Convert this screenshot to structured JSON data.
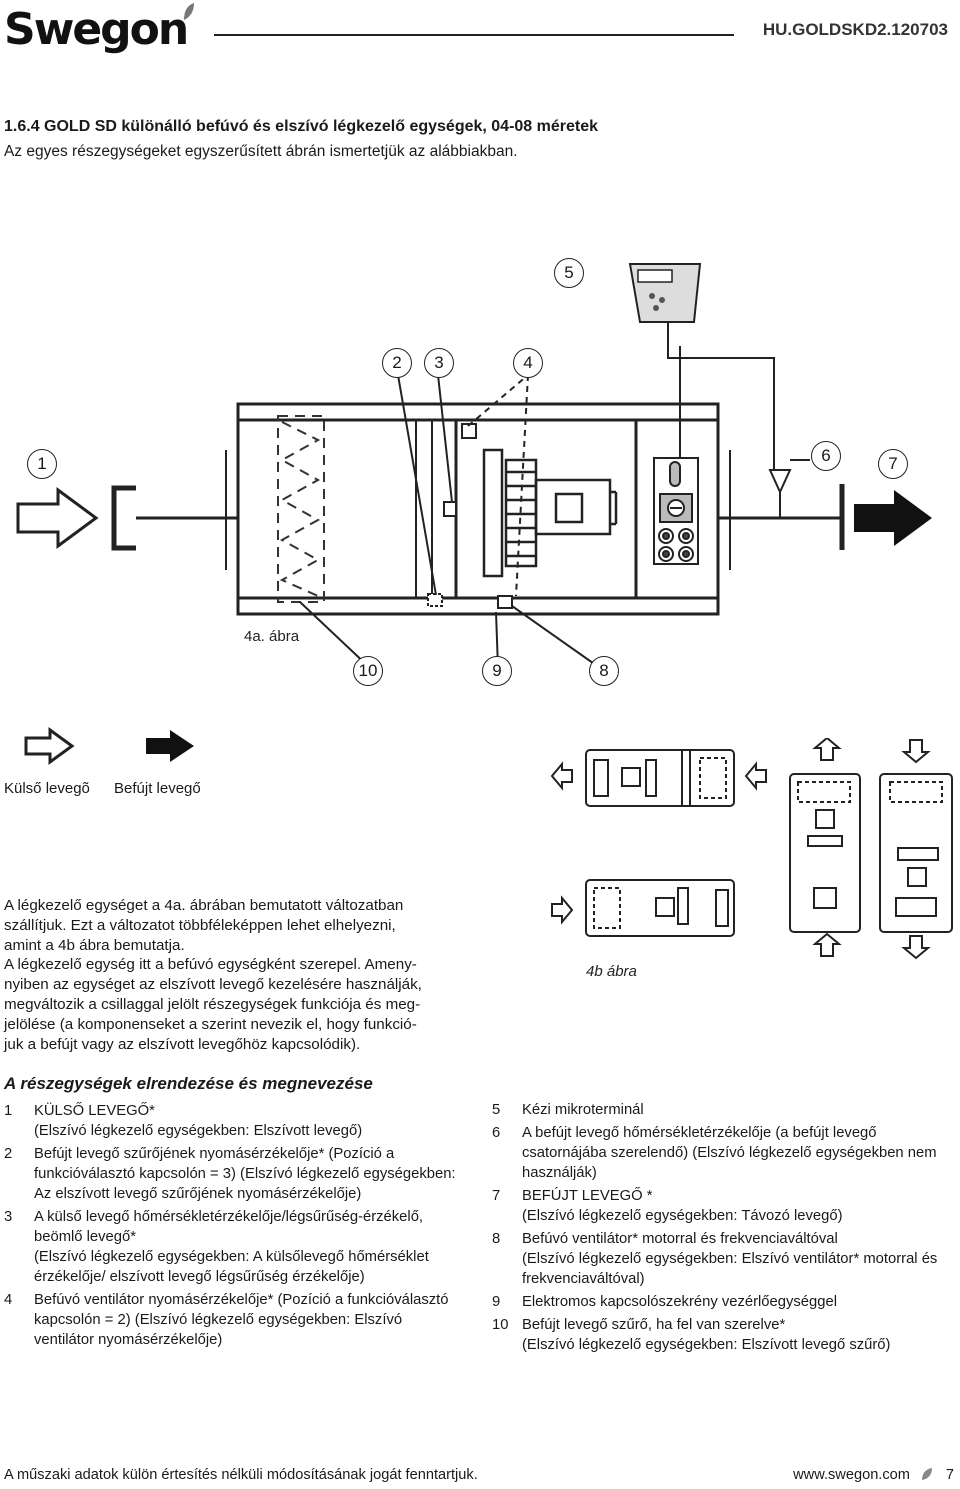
{
  "header": {
    "logo_text": "Swegon",
    "doc_code": "HU.GOLDSKD2.120703"
  },
  "heading": "1.6.4 GOLD SD különálló befúvó és elszívó légkezelő egységek, 04-08 méretek",
  "intro": "Az egyes részegységeket egyszerűsített ábrán ismertetjük az alábbiakban.",
  "figure_a": {
    "caption": "4a. ábra",
    "numbers": [
      "5",
      "2",
      "3",
      "4",
      "1",
      "6",
      "7",
      "10",
      "9",
      "8"
    ]
  },
  "legend": {
    "outdoor_air": "Külső levegõ",
    "supply_air": "Befújt levegő"
  },
  "figure_b": {
    "caption": "4b ábra"
  },
  "paragraph": {
    "lines": [
      "A légkezelő egységet a 4a. ábrában bemutatott változatban",
      "szállítjuk. Ezt a változatot többféleképpen lehet elhelyezni,",
      "amint a 4b ábra bemutatja.",
      "A légkezelő egység itt a befúvó egységként szerepel. Ameny-",
      "nyiben az egységet az elszívott levegő kezelésére használják,",
      "megváltozik a csillaggal jelölt részegységek funkciója és meg-",
      "jelölése (a komponenseket a szerint nevezik el, hogy funkció-",
      "juk a befújt vagy az elszívott levegőhöz kapcsolódik)."
    ]
  },
  "section_title": "A részegységek elrendezése és megnevezése",
  "parts_left": [
    {
      "num": "1",
      "text": "KÜLSŐ LEVEGŐ*",
      "sub": "(Elszívó légkezelő egységekben: Elszívott levegő)"
    },
    {
      "num": "2",
      "text": "Befújt levegő szűrőjének nyomásérzékelője* (Pozíció a funkcióválasztó kapcsolón = 3) (Elszívó légkezelő egységekben: Az elszívott levegő szűrőjének nyomásérzékelője)",
      "sub": ""
    },
    {
      "num": "3",
      "text": "A külső levegő hőmérsékletérzékelője/légsűrűség-érzékelő, beömlő levegő*",
      "sub": "(Elszívó légkezelő egységekben: A külsőlevegő hőmérséklet érzékelője/ elszívott levegő légsűrűség érzékelője)"
    },
    {
      "num": "4",
      "text": "Befúvó ventilátor nyomásérzékelője* (Pozíció a funkcióválasztó kapcsolón = 2) (Elszívó légkezelő egységekben: Elszívó ventilátor nyomásérzékelője)",
      "sub": ""
    }
  ],
  "parts_right": [
    {
      "num": "5",
      "text": "Kézi mikroterminál",
      "sub": ""
    },
    {
      "num": "6",
      "text": "A befújt levegő hőmérsékletérzékelője (a befújt levegő csatornájába szerelendő) (Elszívó légkezelő egységekben nem használják)",
      "sub": ""
    },
    {
      "num": "7",
      "text": "BEFÚJT LEVEGŐ *",
      "sub": "(Elszívó légkezelő egységekben: Távozó levegő)"
    },
    {
      "num": "8",
      "text": "Befúvó ventilátor* motorral és frekvenciaváltóval",
      "sub": "(Elszívó légkezelő egységekben: Elszívó ventilátor* motorral és frekvenciaváltóval)"
    },
    {
      "num": "9",
      "text": "Elektromos kapcsolószekrény vezérlőegységgel",
      "sub": ""
    },
    {
      "num": "10",
      "text": "Befújt levegő szűrő, ha fel van szerelve*",
      "sub": "(Elszívó légkezelő egységekben: Elszívott levegő szűrő)"
    }
  ],
  "footer": {
    "disclaimer": "A műszaki adatok külön értesítés nélküli módosításának jogát fenntartjuk.",
    "website": "www.swegon.com",
    "page": "7"
  }
}
